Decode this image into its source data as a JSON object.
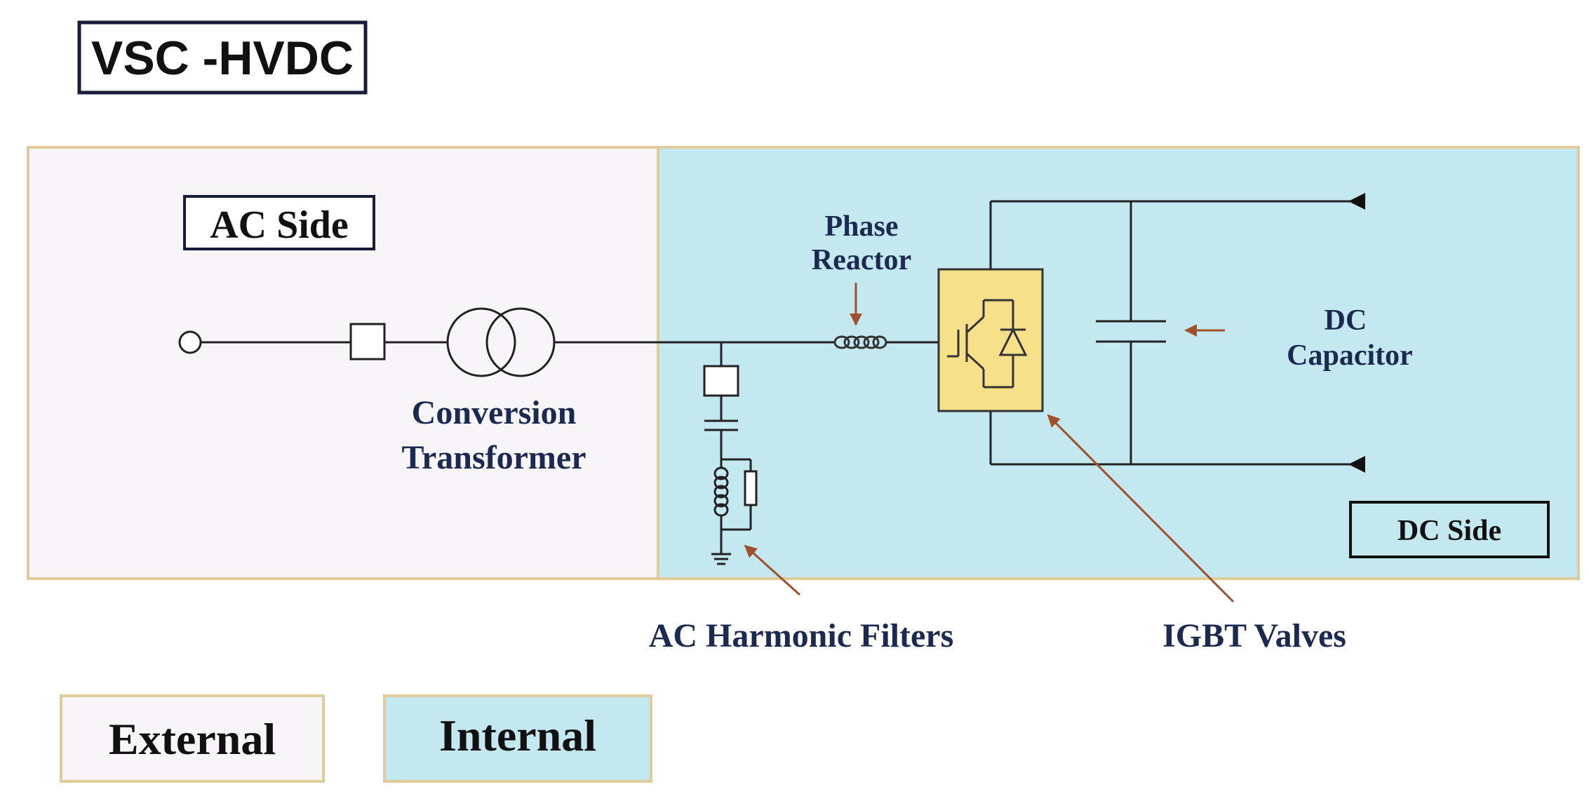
{
  "title": "VSC -HVDC",
  "sections": {
    "ac_side": "AC Side",
    "dc_side": "DC Side"
  },
  "components": {
    "phase_reactor_line1": "Phase",
    "phase_reactor_line2": "Reactor",
    "dc_capacitor_line1": "DC",
    "dc_capacitor_line2": "Capacitor",
    "conversion_transformer_line1": "Conversion",
    "conversion_transformer_line2": "Transformer",
    "ac_harmonic_filters": "AC Harmonic Filters",
    "igbt_valves": "IGBT Valves"
  },
  "legend": {
    "external": "External",
    "internal": "Internal"
  },
  "colors": {
    "external_fill": "#f7f5f8",
    "internal_fill": "#c4e8ef",
    "panel_border": "#e0cc9a",
    "valve_fill": "#f7e08a",
    "pointer_arrow": "#a0502a",
    "label_text": "#1c2a52"
  }
}
